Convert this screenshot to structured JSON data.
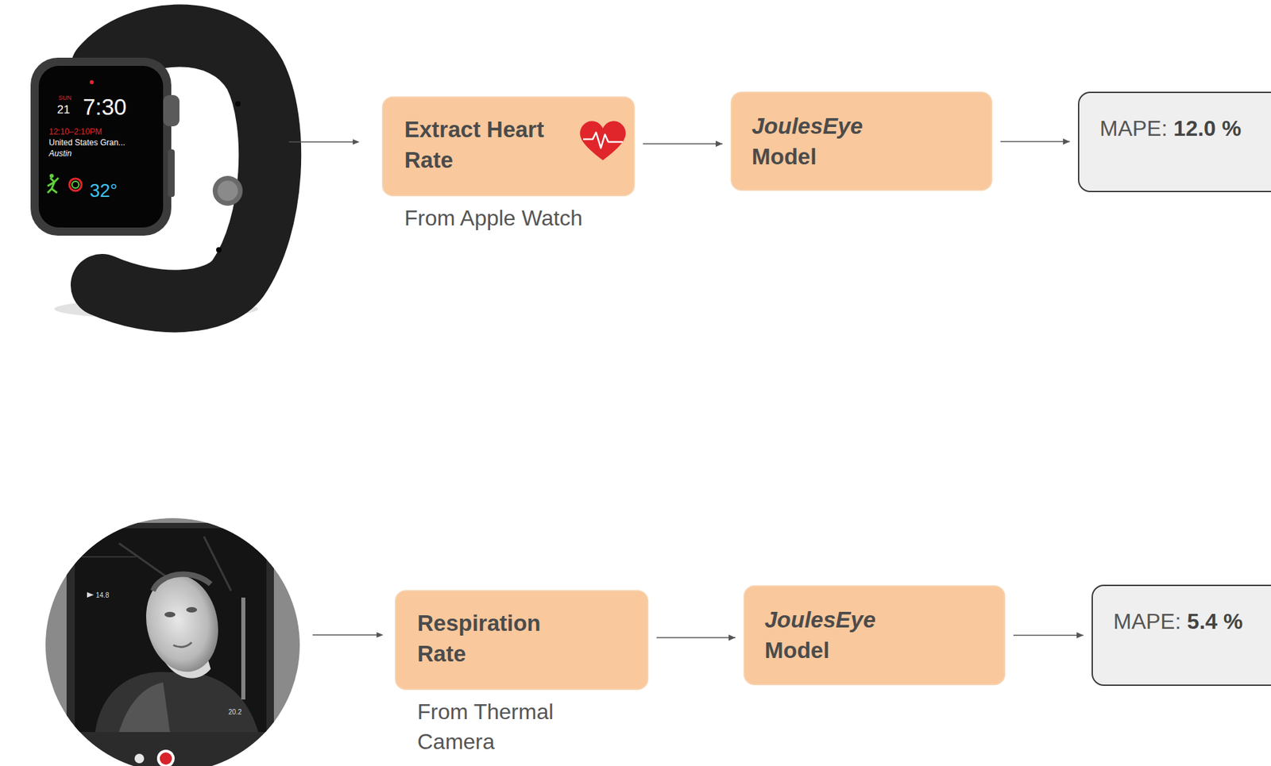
{
  "diagram": {
    "nodes": [
      {
        "text": [
          "Extract Heart Rate",
          "From Apple Watch"
        ]
      },
      {
        "text": [
          "JoulesEye",
          "Model"
        ]
      },
      {
        "text": [
          "MAPE:",
          "12.0 %"
        ]
      },
      {
        "text": [
          "Respiration Rate",
          "From Thermal Camera"
        ]
      },
      {
        "text": [
          "JoulesEye",
          "Model"
        ]
      },
      {
        "text": [
          "MAPE:",
          "5.4 %"
        ]
      }
    ],
    "edges": [
      {
        "from": 0,
        "to": 1,
        "arrow": "to"
      },
      {
        "from": 1,
        "to": 2,
        "arrow": "to"
      },
      {
        "from": 3,
        "to": 4,
        "arrow": "to"
      },
      {
        "from": 4,
        "to": 5,
        "arrow": "to"
      }
    ],
    "labels": [
      "SUN",
      "21",
      "7:30",
      "12:10–2:10PM",
      "United States Gran...",
      "Austin",
      "32°",
      "14.8",
      "20.2"
    ]
  }
}
